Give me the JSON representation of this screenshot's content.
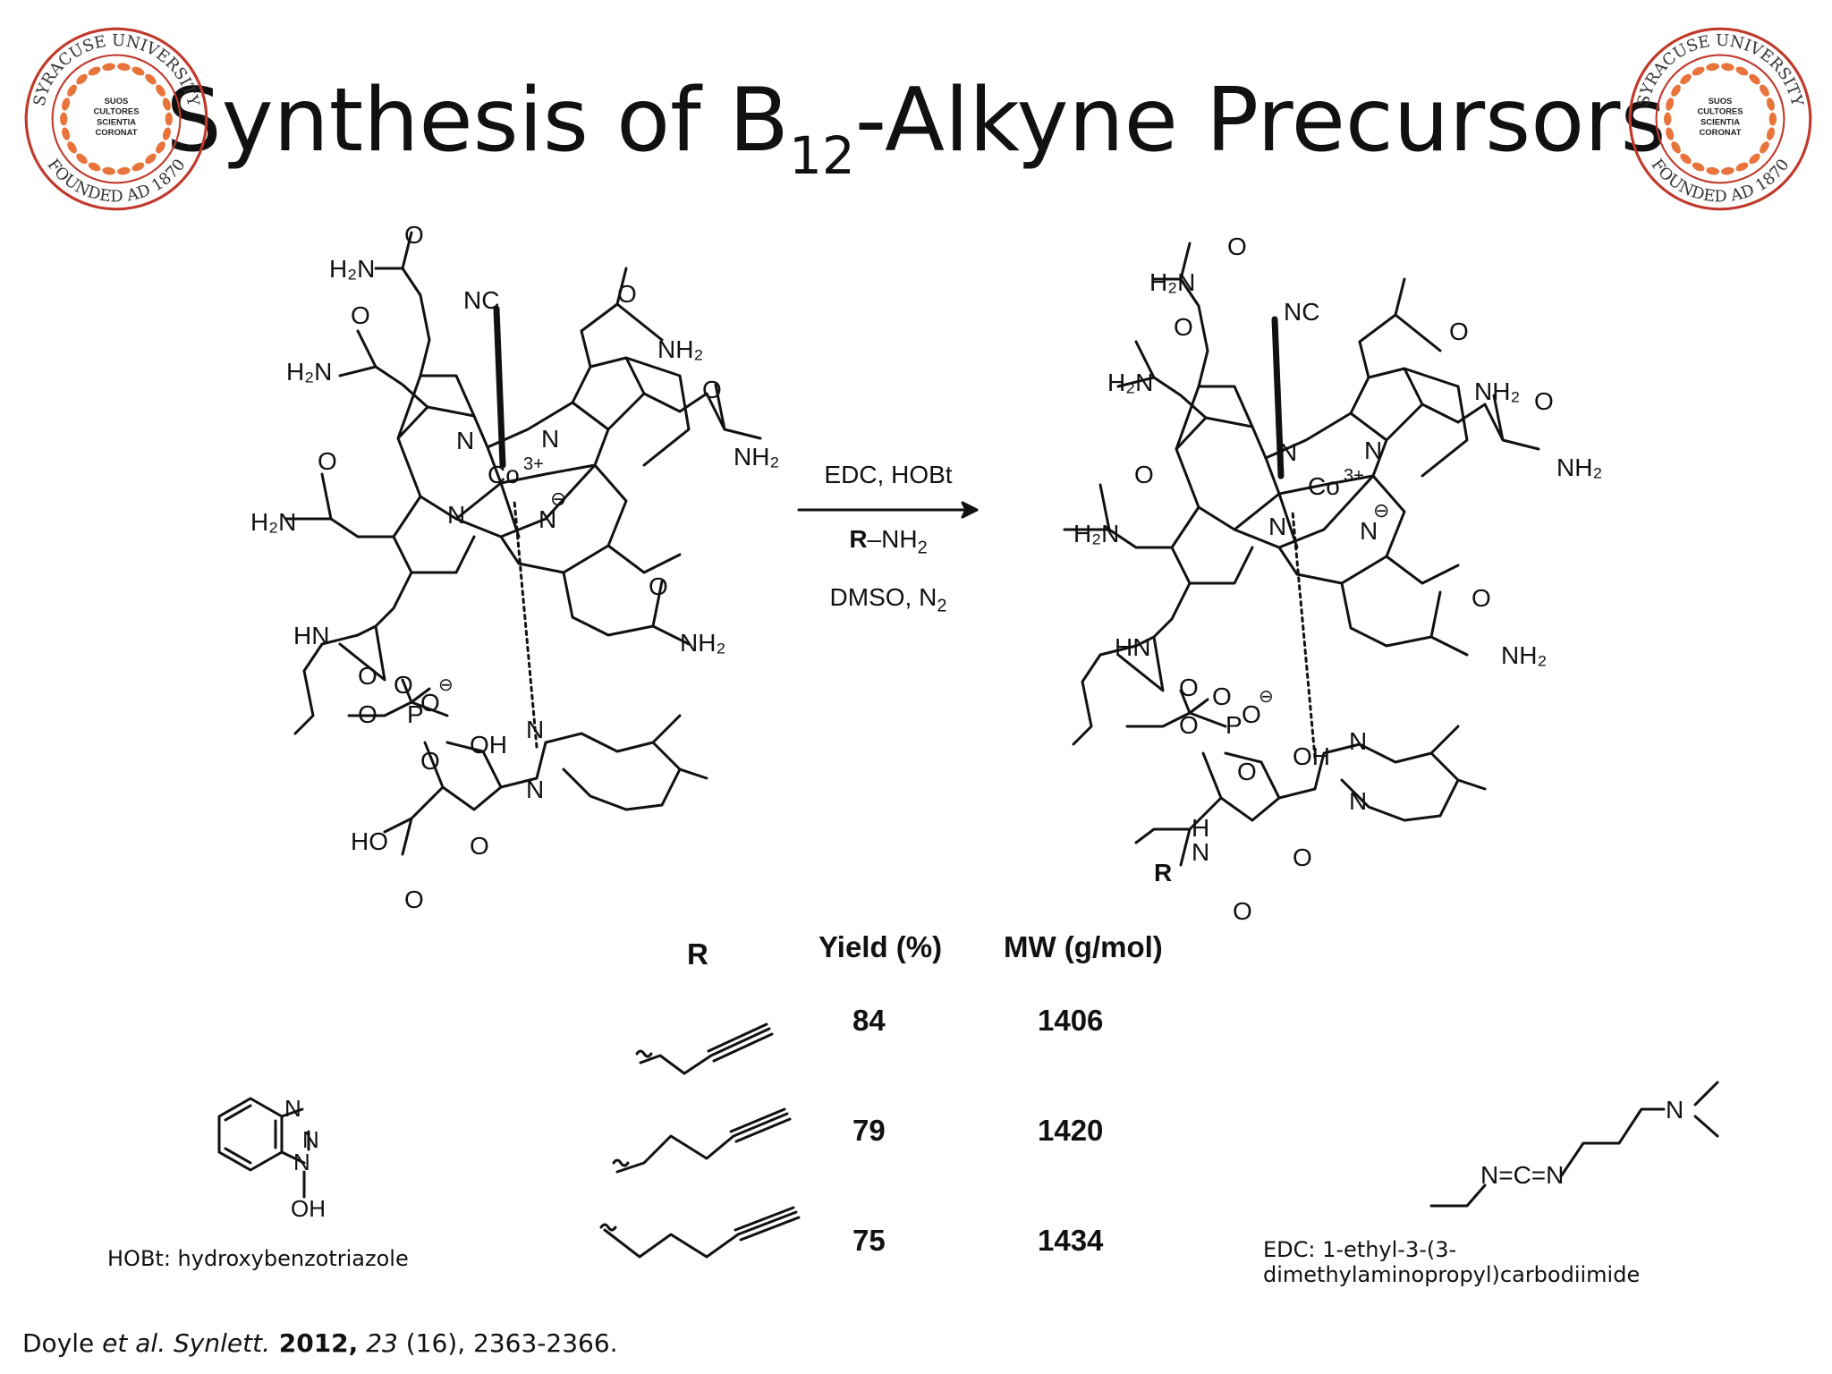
{
  "title": {
    "pre": "Synthesis of B",
    "sub": "12",
    "post": "-Alkyne Precursors"
  },
  "seal": {
    "arc_top": "SYRACUSE UNIVERSITY",
    "arc_bottom": "FOUNDED AD 1870",
    "motto": [
      "SUOS",
      "CULTORES",
      "SCIENTIA",
      "CORONAT"
    ],
    "ring_color": "#c0392b",
    "leaf_color": "#e8743b"
  },
  "reaction": {
    "reagent1": "EDC, HOBt",
    "reagent2_bold": "R",
    "reagent2_rest": "–NH",
    "reagent2_sub": "2",
    "reagent3_pre": "DMSO, N",
    "reagent3_sub": "2"
  },
  "molecule_labels": {
    "h2n": "H₂N",
    "nh2": "NH₂",
    "o": "O",
    "nc": "NC",
    "co": "Co",
    "co_charge": "3+",
    "n": "N",
    "hn": "HN",
    "p": "P",
    "oh": "OH",
    "ho": "HO",
    "r": "R",
    "h": "H",
    "minus": "⊖"
  },
  "table": {
    "headers": [
      "R",
      "Yield (%)",
      "MW (g/mol)"
    ],
    "rows": [
      {
        "yield": "84",
        "mw": "1406"
      },
      {
        "yield": "79",
        "mw": "1420"
      },
      {
        "yield": "75",
        "mw": "1434"
      }
    ]
  },
  "hobt": {
    "caption": "HOBt: hydroxybenzotriazole",
    "labels": {
      "n": "N",
      "oh": "OH"
    }
  },
  "edc": {
    "caption": "EDC: 1-ethyl-3-(3-dimethylaminopropyl)carbodiimide",
    "chain": "N=C=N",
    "n": "N"
  },
  "citation": {
    "authors": "Doyle ",
    "etal": "et al.",
    "journal": " Synlett.",
    "year": " 2012,",
    "volume": " 23",
    "rest": " (16), 2363-2366."
  }
}
